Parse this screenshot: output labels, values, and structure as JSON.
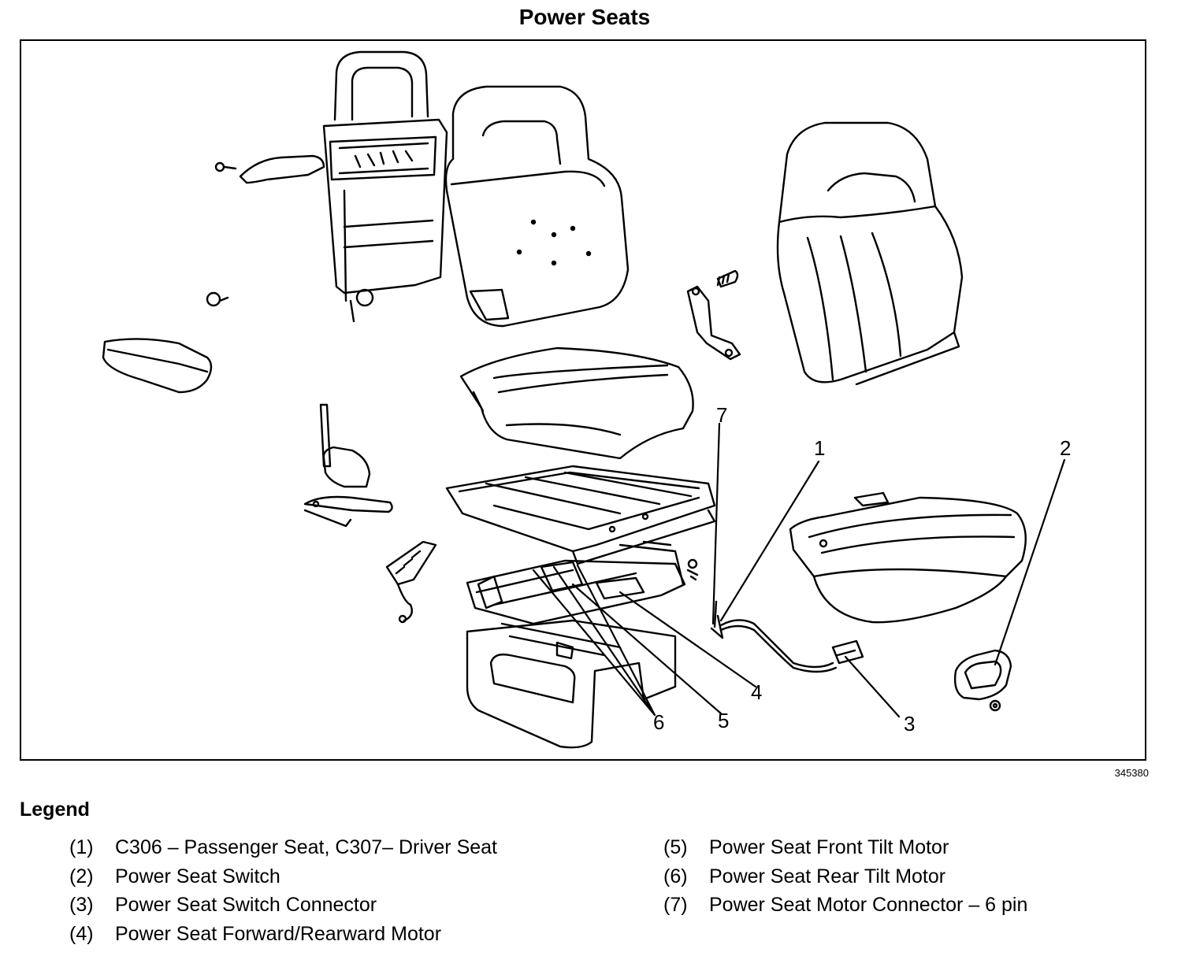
{
  "title": "Power Seats",
  "figure_number": "345380",
  "legend_title": "Legend",
  "callouts": [
    "1",
    "2",
    "3",
    "4",
    "5",
    "6",
    "7"
  ],
  "legend": [
    {
      "num": "(1)",
      "text": "C306 – Passenger Seat, C307– Driver Seat"
    },
    {
      "num": "(2)",
      "text": "Power Seat Switch"
    },
    {
      "num": "(3)",
      "text": "Power Seat Switch Connector"
    },
    {
      "num": "(4)",
      "text": "Power Seat Forward/Rearward Motor"
    },
    {
      "num": "(5)",
      "text": "Power Seat Front Tilt Motor"
    },
    {
      "num": "(6)",
      "text": "Power Seat Rear Tilt Motor"
    },
    {
      "num": "(7)",
      "text": "Power Seat Motor Connector – 6 pin"
    }
  ]
}
